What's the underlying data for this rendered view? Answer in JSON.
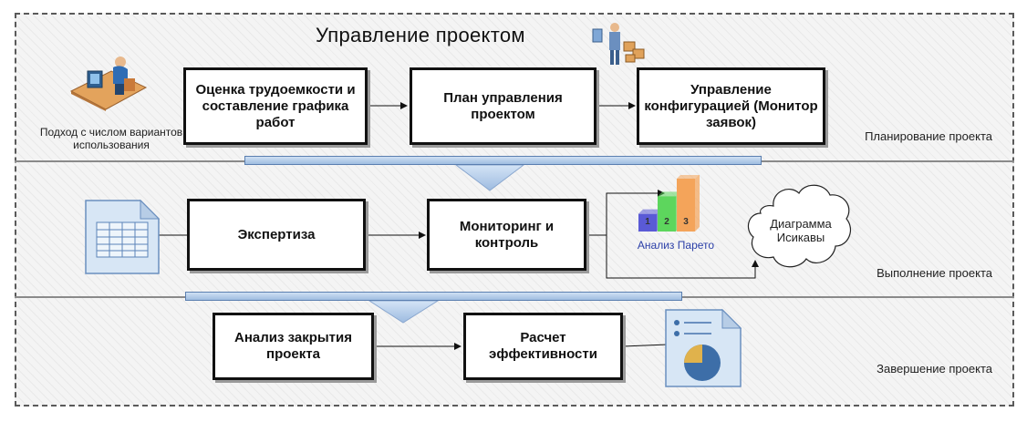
{
  "title": "Управление проектом",
  "bands": {
    "planning": "Планирование проекта",
    "execution": "Выполнение проекта",
    "closing": "Завершение проекта"
  },
  "planning": {
    "box1": "Оценка трудоемкости и составление графика работ",
    "box2": "План управления проектом",
    "box3": "Управление конфигурацией (Монитор заявок)",
    "approach_caption": "Подход с числом вариантов использования"
  },
  "execution": {
    "box1": "Экспертиза",
    "box2": "Мониторинг и контроль",
    "pareto_label": "Анализ Парето",
    "pareto_bars": [
      "1",
      "2",
      "3"
    ],
    "pareto_levels": [
      1,
      2,
      3
    ],
    "cloud_label": "Диаграмма Исикавы"
  },
  "closing": {
    "box1": "Анализ закрытия проекта",
    "box2": "Расчет эффективности"
  },
  "colors": {
    "bar_fill": "#aac4e6",
    "pareto_1": "#5a5ad6",
    "pareto_2": "#5dd65d",
    "pareto_3": "#f4a45a"
  },
  "icons": [
    "person-at-computer-icon",
    "people-with-boxes-icon",
    "spreadsheet-document-icon",
    "pareto-chart-icon",
    "cloud-icon",
    "pie-chart-document-icon"
  ]
}
